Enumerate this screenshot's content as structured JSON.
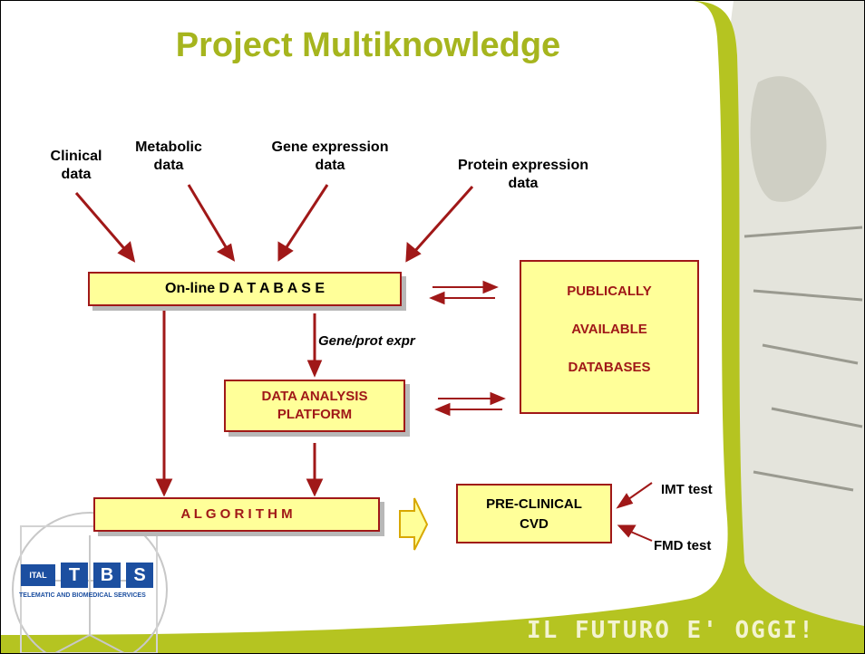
{
  "title": "Project Multiknowledge",
  "sources": [
    "Clinical\ndata",
    "Metabolic\ndata",
    "Gene expression\ndata",
    "Protein expression\ndata"
  ],
  "boxes": {
    "database": "On-line D A T A B A S E",
    "public": [
      "PUBLICALLY",
      "AVAILABLE",
      "DATABASES"
    ],
    "analysis": [
      "DATA ANALYSIS",
      "PLATFORM"
    ],
    "algorithm": "A L G O R I T H M",
    "preclinical": [
      "PRE-CLINICAL",
      "CVD"
    ]
  },
  "edge_label": "Gene/prot expr",
  "tests": [
    "IMT test",
    "FMD test"
  ],
  "logo": {
    "prefix": "ITAL",
    "letters": [
      "T",
      "B",
      "S"
    ],
    "subtitle": "TELEMATIC AND BIOMEDICAL SERVICES"
  },
  "footer": "IL FUTURO E' OGGI!",
  "colors": {
    "title": "#a6b51e",
    "box_fill": "#ffff99",
    "box_border": "#a01818",
    "arrow": "#a01818",
    "brand_green": "#b5c421"
  }
}
